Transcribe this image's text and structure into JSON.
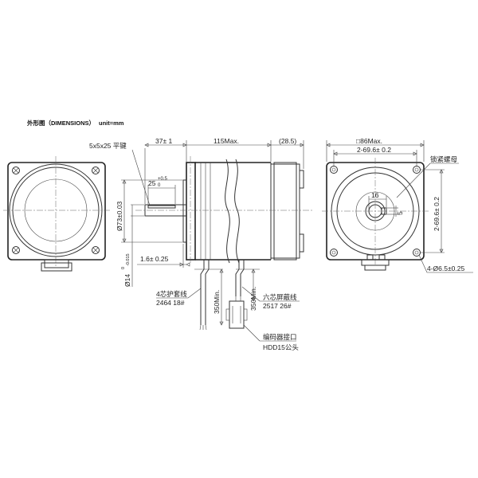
{
  "header": {
    "title": "外形图（DIMENSIONS）",
    "unit": "unit=mm"
  },
  "side_view": {
    "key_label": "5x5x25 平键",
    "shaft_len": "37± 1",
    "body_len": "115Max.",
    "rear_len": "(28.5)",
    "flange_dia": "Ø73±0.03",
    "shaft_dia": "Ø14",
    "shaft_tol_upper": "0",
    "shaft_tol_lower": "-0.015",
    "key_len": "25",
    "key_tol_upper": "+0.5",
    "key_tol_lower": "0",
    "flange_thk": "1.6± 0.25",
    "cable1_len": "350Min.",
    "cable2_len": "350Min.",
    "cable1_name": "4芯护套线",
    "cable1_spec": "2464  18#",
    "cable2_name": "六芯屏蔽线",
    "cable2_spec": "2517  26#",
    "connector_name": "编码器接口",
    "connector_spec": "HDD15公头"
  },
  "front_view": {
    "square": "□86Max.",
    "hole_spacing_h": "2-69.6± 0.2",
    "hole_spacing_v": "2-69.6± 0.2",
    "lock_nut": "锁紧螺母",
    "key_height": "16",
    "key_width": "5",
    "mount_holes": "4-Ø6.5±0.25"
  }
}
